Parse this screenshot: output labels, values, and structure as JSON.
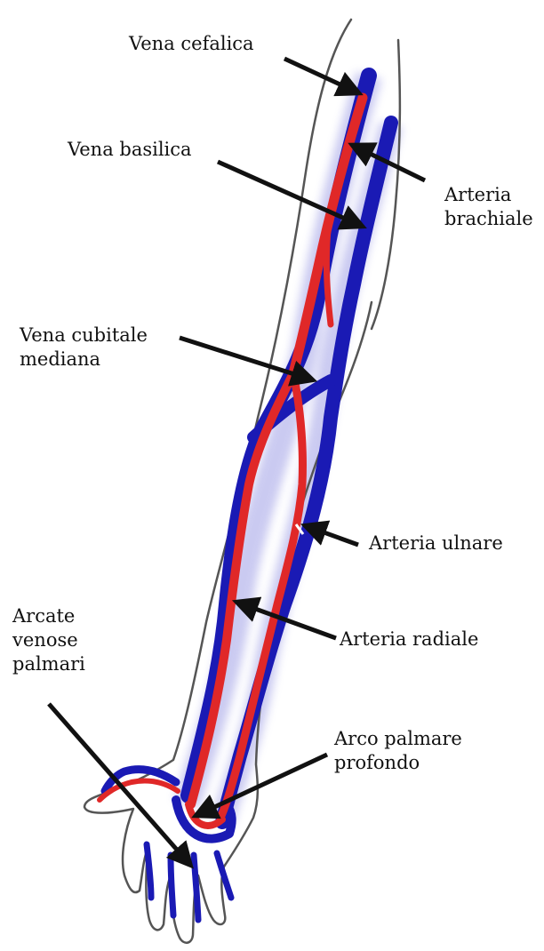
{
  "labels": {
    "vena_cefalica": "Vena cefalica",
    "vena_basilica": "Vena basilica",
    "arteria_brachiale": [
      "Arteria",
      "brachiale"
    ],
    "vena_cubitale_mediana": [
      "Vena cubitale",
      "mediana"
    ],
    "arteria_ulnare": "Arteria ulnare",
    "arteria_radiale": "Arteria radiale",
    "arcate_venose_palmari": [
      "Arcate",
      "venose",
      "palmari"
    ],
    "arco_palmare_profondo": [
      "Arco palmare",
      "profondo"
    ]
  },
  "colors": {
    "vein": "#1a1ab4",
    "artery": "#e02828",
    "outline": "#555555",
    "arrow": "#111111"
  }
}
